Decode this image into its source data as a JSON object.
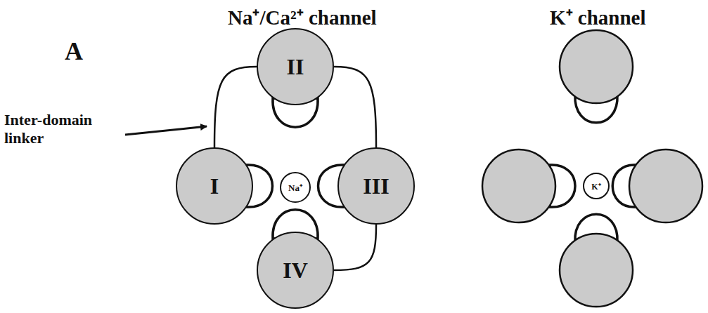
{
  "diagram": {
    "nodes": [
      {
        "text": [
          "II"
        ]
      },
      {
        "text": [
          "I"
        ]
      },
      {
        "text": [
          "Na⁺"
        ]
      },
      {
        "text": [
          "III"
        ]
      },
      {
        "text": [
          "IV"
        ]
      },
      {
        "text": [
          "K⁺"
        ]
      }
    ],
    "edges": [
      {
        "from": 1,
        "to": 0,
        "arrow": "none"
      },
      {
        "from": 0,
        "to": 3,
        "arrow": "none"
      },
      {
        "from": 3,
        "to": 4,
        "arrow": "none"
      }
    ],
    "labels": [
      "A",
      "Na⁺/Ca²⁺ channel",
      "Inter-domain linker",
      "K⁺ channel"
    ]
  }
}
